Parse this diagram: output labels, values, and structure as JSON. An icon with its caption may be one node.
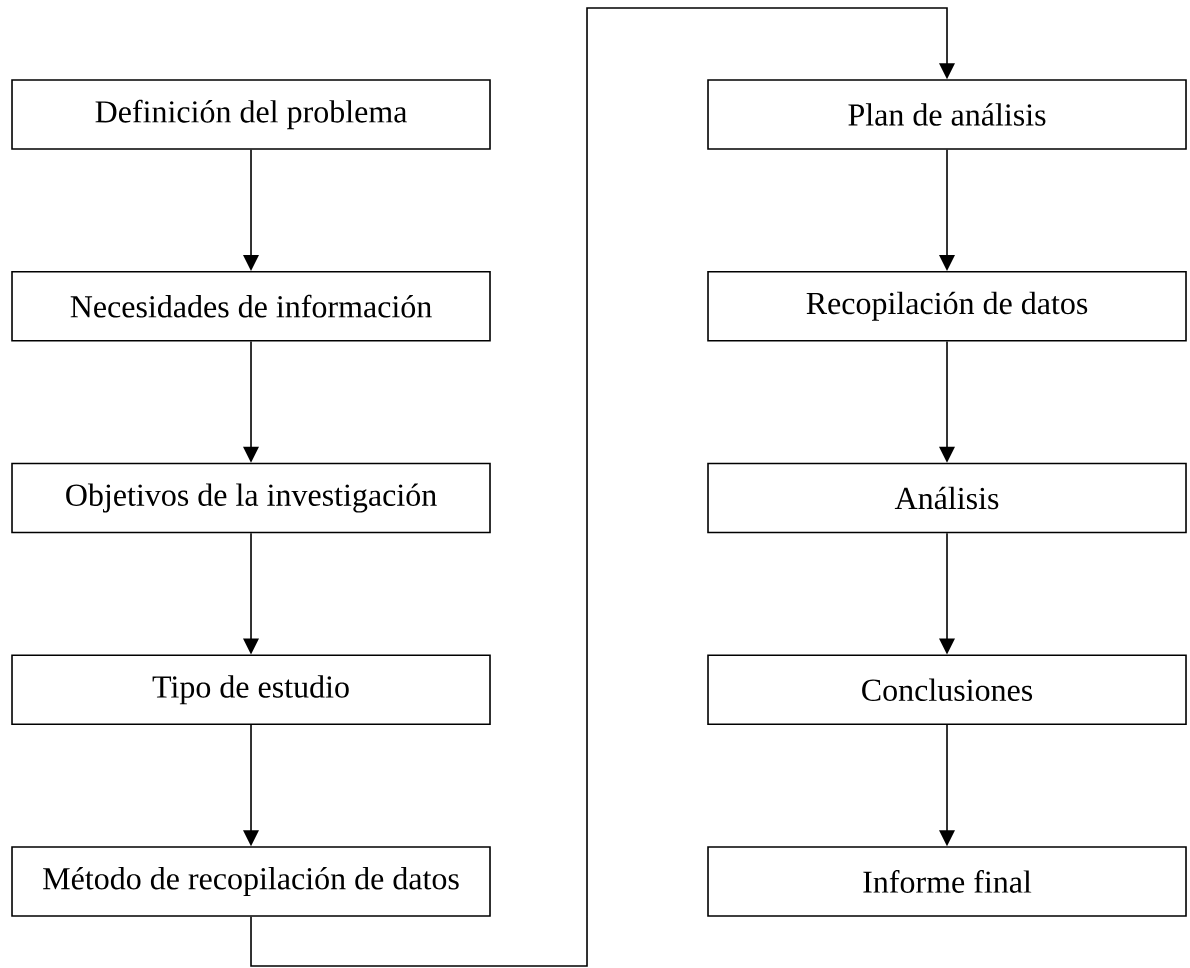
{
  "diagram": {
    "nodes": [
      {
        "text": [
          "Definición del problema"
        ]
      },
      {
        "text": [
          "Necesidades de información"
        ]
      },
      {
        "text": [
          "Objetivos de la investigación"
        ]
      },
      {
        "text": [
          "Tipo de estudio"
        ]
      },
      {
        "text": [
          "Método de recopilación de datos"
        ]
      },
      {
        "text": [
          "Plan de análisis"
        ]
      },
      {
        "text": [
          "Recopilación de datos"
        ]
      },
      {
        "text": [
          "Análisis"
        ]
      },
      {
        "text": [
          "Conclusiones"
        ]
      },
      {
        "text": [
          "Informe final"
        ]
      }
    ],
    "edges": [
      {
        "from": 0,
        "to": 1,
        "arrow": "to"
      },
      {
        "from": 1,
        "to": 2,
        "arrow": "to"
      },
      {
        "from": 2,
        "to": 3,
        "arrow": "to"
      },
      {
        "from": 3,
        "to": 4,
        "arrow": "to"
      },
      {
        "from": 4,
        "to": 5,
        "arrow": "to"
      },
      {
        "from": 5,
        "to": 6,
        "arrow": "to"
      },
      {
        "from": 6,
        "to": 7,
        "arrow": "to"
      },
      {
        "from": 7,
        "to": 8,
        "arrow": "to"
      },
      {
        "from": 8,
        "to": 9,
        "arrow": "to"
      }
    ]
  }
}
